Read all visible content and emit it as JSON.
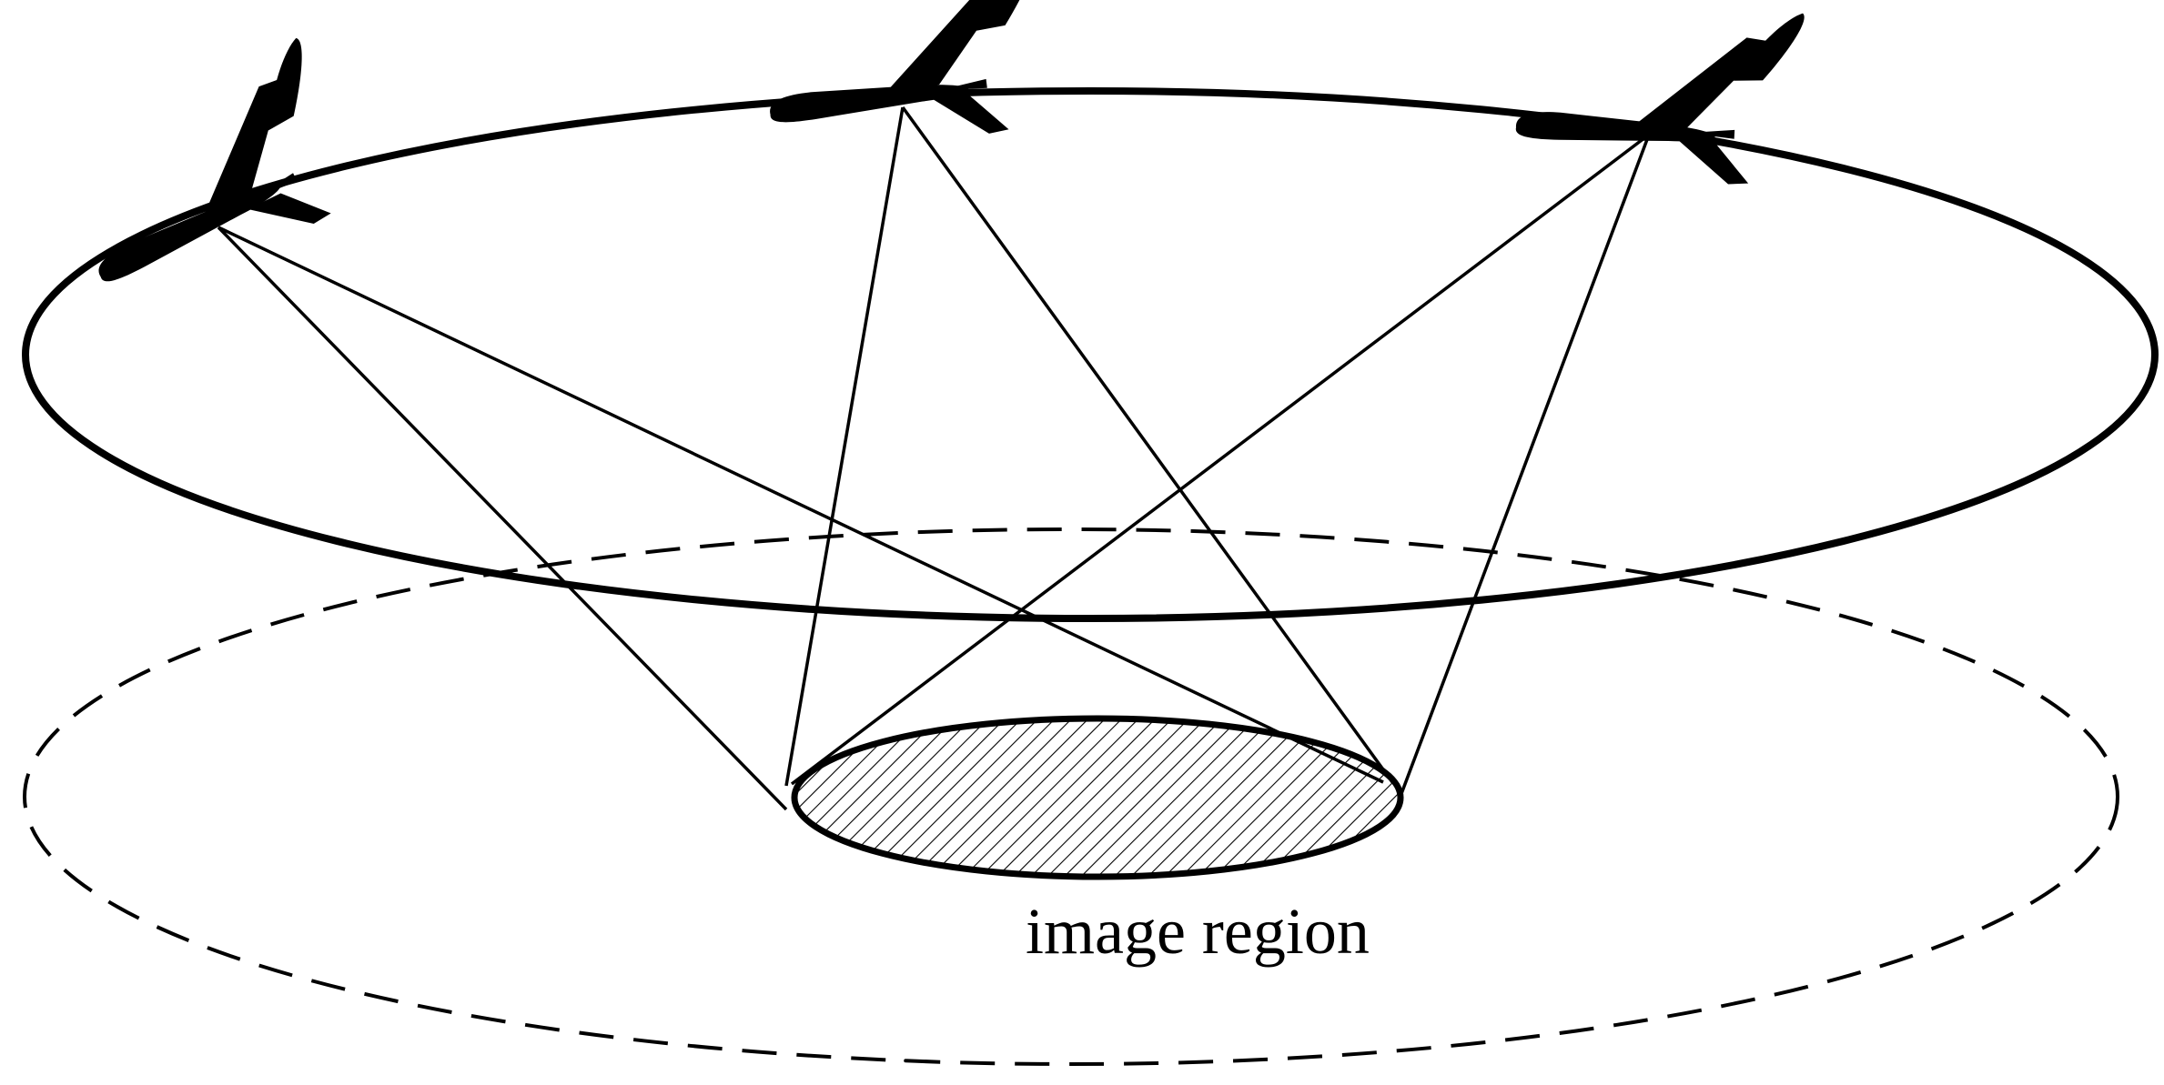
{
  "diagram": {
    "label": "image region",
    "colors": {
      "ink": "#000000",
      "background": "#ffffff",
      "hatch_fill": "#ffffff"
    },
    "elements": {
      "flight_path": "solid-ellipse",
      "coverage_boundary": "dashed-ellipse",
      "image_region": "hatched-ellipse",
      "aircraft_count": 3
    }
  }
}
